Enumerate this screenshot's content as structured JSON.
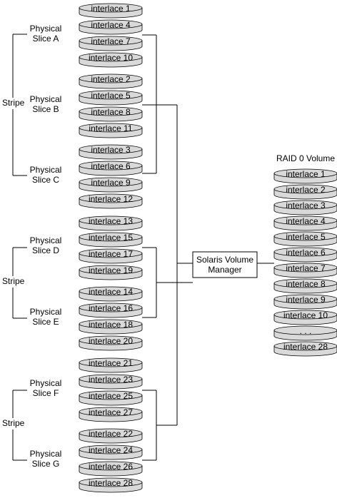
{
  "stacks": [
    {
      "slice": "A",
      "items": [
        "interlace 1",
        "interlace 4",
        "interlace 7",
        "interlace 10"
      ]
    },
    {
      "slice": "B",
      "items": [
        "interlace 2",
        "interlace 5",
        "interlace 8",
        "interlace 11"
      ]
    },
    {
      "slice": "C",
      "items": [
        "interlace 3",
        "interlace 6",
        "interlace 9",
        "interlace 12"
      ]
    },
    {
      "slice": "D",
      "items": [
        "interlace 13",
        "interlace 15",
        "interlace 17",
        "interlace 19"
      ]
    },
    {
      "slice": "E",
      "items": [
        "interlace 14",
        "interlace 16",
        "interlace 18",
        "interlace 20"
      ]
    },
    {
      "slice": "F",
      "items": [
        "interlace 21",
        "interlace 23",
        "interlace 25",
        "interlace 27"
      ]
    },
    {
      "slice": "G",
      "items": [
        "interlace 22",
        "interlace 24",
        "interlace 26",
        "interlace 28"
      ]
    }
  ],
  "slice_labels": {
    "A": [
      "Physical",
      "Slice A"
    ],
    "B": [
      "Physical",
      "Slice B"
    ],
    "C": [
      "Physical",
      "Slice C"
    ],
    "D": [
      "Physical",
      "Slice D"
    ],
    "E": [
      "Physical",
      "Slice E"
    ],
    "F": [
      "Physical",
      "Slice F"
    ],
    "G": [
      "Physical",
      "Slice G"
    ]
  },
  "stripe_label": "Stripe",
  "manager_label": [
    "Solaris Volume",
    "Manager"
  ],
  "volume_title": "RAID 0 Volume",
  "volume_items": [
    "interlace 1",
    "interlace 2",
    "interlace 3",
    "interlace 4",
    "interlace 5",
    "interlace 6",
    "interlace 7",
    "interlace 8",
    "interlace 9",
    "interlace 10",
    ". . .",
    "interlace 28"
  ],
  "colors": {
    "disk_fill": "#d9d9d9",
    "disk_stroke": "#000000",
    "line": "#000000"
  }
}
